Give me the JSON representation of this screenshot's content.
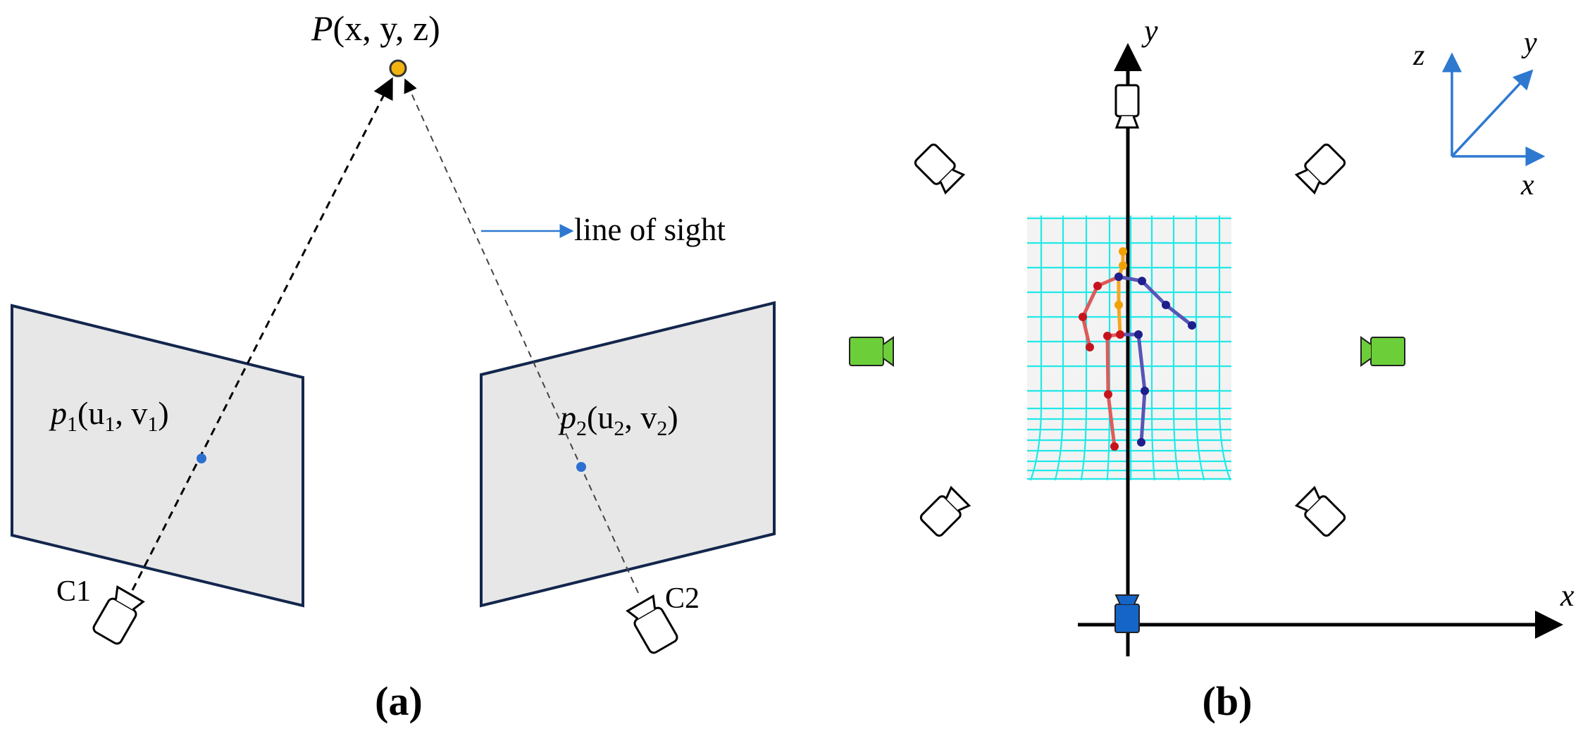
{
  "panel_a": {
    "point_var": "P",
    "point_args": "(x, y, z)",
    "line_of_sight_label": "line of sight",
    "p1_var": "p",
    "p1_sub": "1",
    "p1_open": "(u",
    "p1_usub": "1",
    "p1_mid": ", v",
    "p1_vsub": "1",
    "p1_close": ")",
    "p2_var": "p",
    "p2_sub": "2",
    "p2_open": "(u",
    "p2_usub": "2",
    "p2_mid": ", v",
    "p2_vsub": "2",
    "p2_close": ")",
    "camera1_label": "C1",
    "camera2_label": "C2",
    "caption": "(a)"
  },
  "panel_b": {
    "y_axis_label": "y",
    "x_axis_label": "x",
    "axes_z_label": "z",
    "axes_y_label": "y",
    "axes_x_label": "x",
    "caption": "(b)"
  },
  "colors": {
    "point_fill": "#f2b311",
    "image_point": "#2c6fd1",
    "plane_fill": "#e7e7e7",
    "plane_stroke": "#13264d",
    "arrow_blue": "#2e78d0",
    "green_camera": "#6ccf3a",
    "blue_camera": "#1565c8",
    "grid_cyan": "#22e8e8",
    "skeleton_red": "#dd5b5b",
    "skeleton_blue": "#5656b6",
    "skeleton_orange": "#f5a623"
  },
  "icons": [
    "camera-icon",
    "point-marker-icon",
    "arrow-icon"
  ]
}
